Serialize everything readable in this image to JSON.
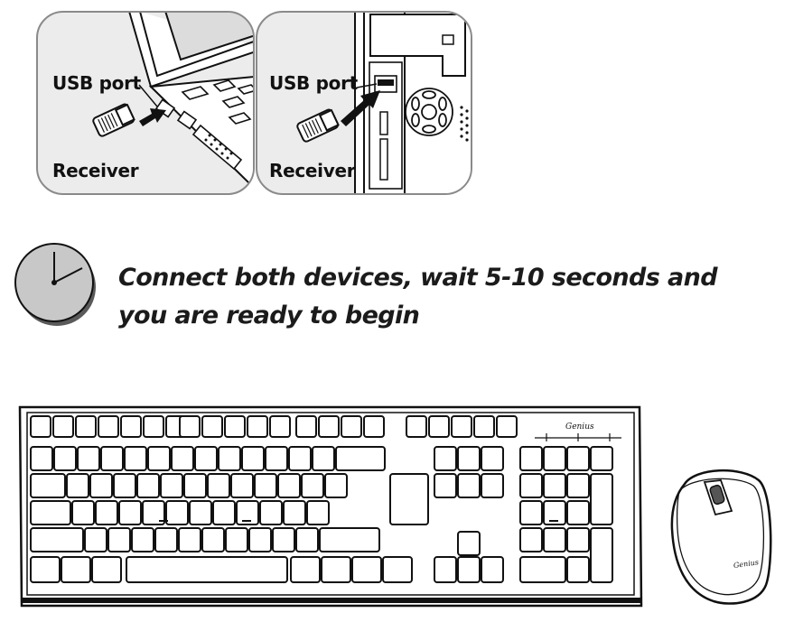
{
  "laptop_panel": {
    "usb_label": "USB port",
    "receiver_label": "Receiver"
  },
  "desktop_panel": {
    "usb_label": "USB port",
    "receiver_label": "Receiver"
  },
  "instruction": {
    "text": "Connect both devices, wait 5-10 seconds and you are ready to begin"
  },
  "keyboard": {
    "brand": "Genius"
  },
  "mouse": {
    "brand": "Genius"
  }
}
